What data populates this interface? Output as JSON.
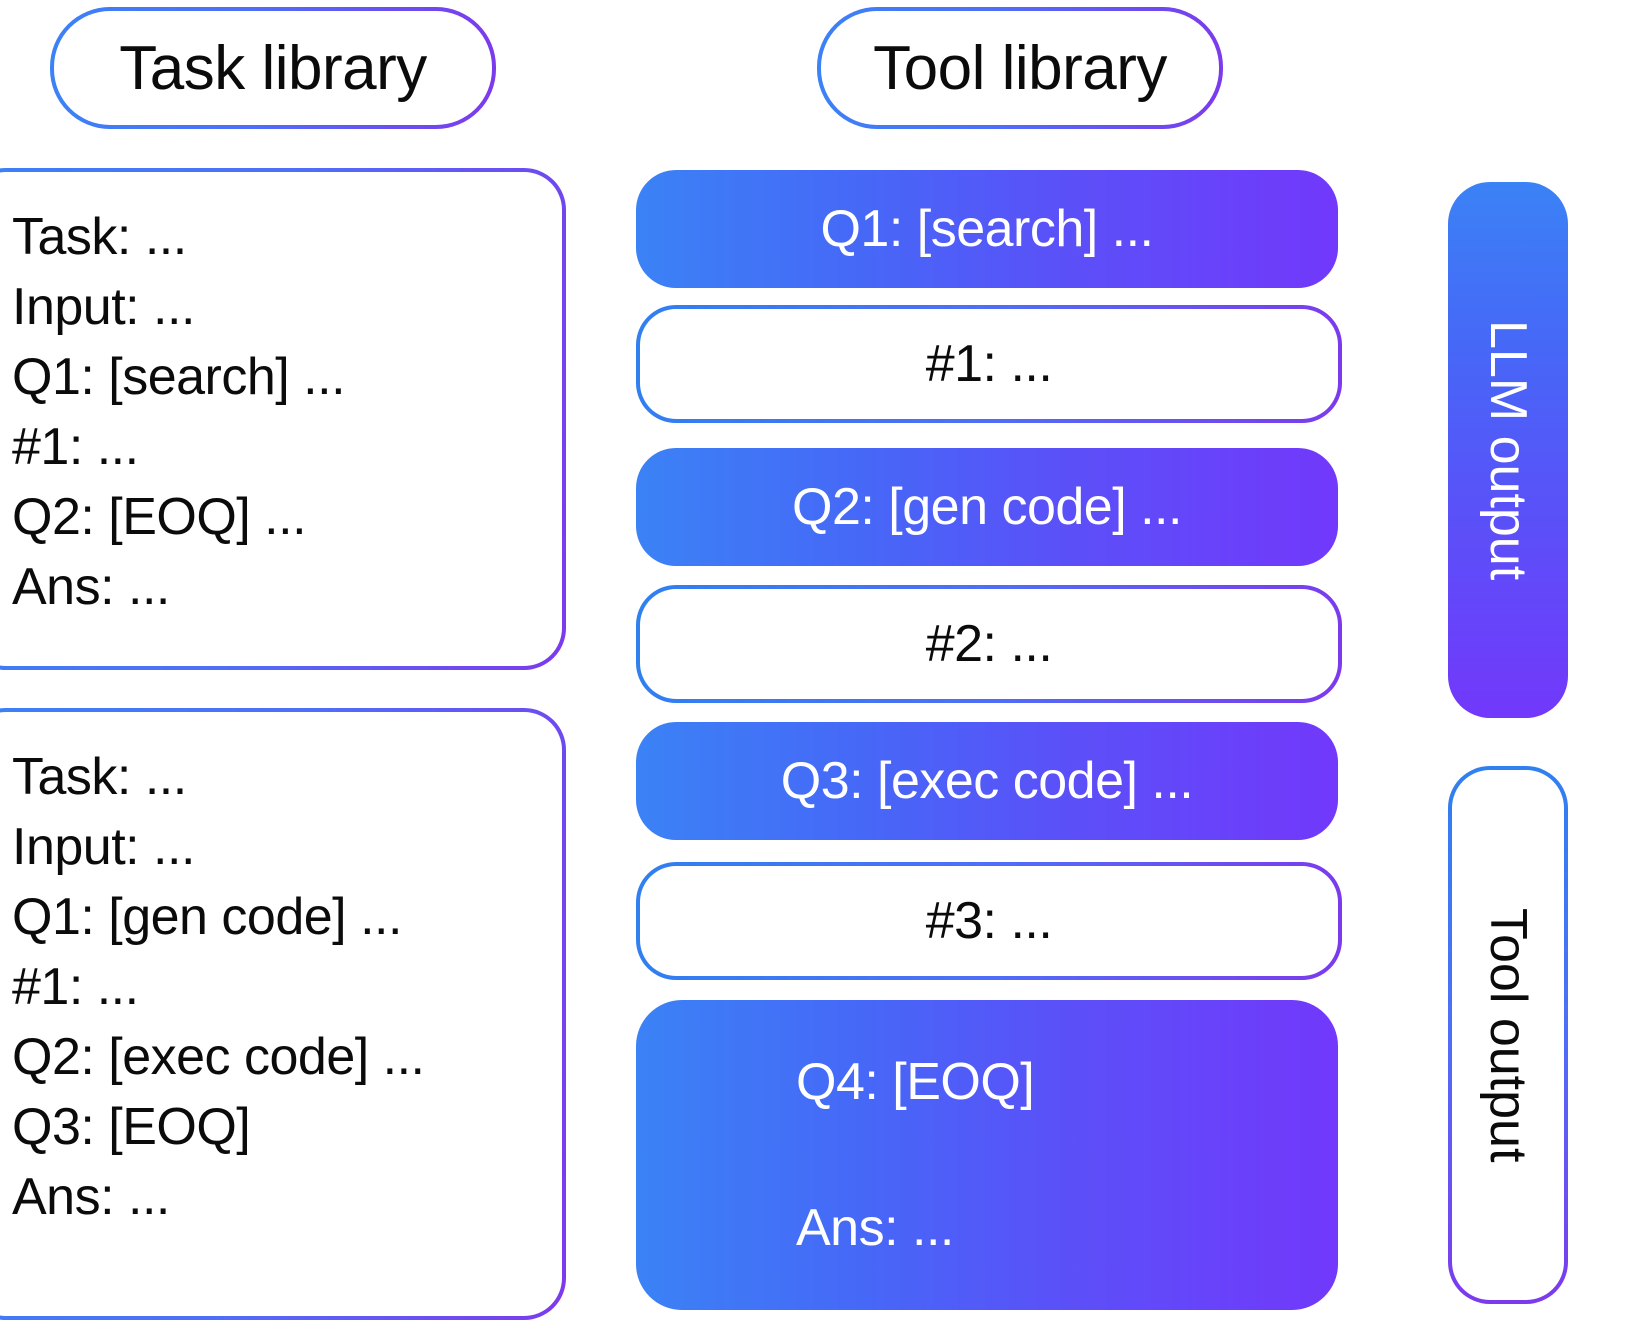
{
  "headers": {
    "task_library": "Task library",
    "tool_library": "Tool library"
  },
  "task_library": {
    "cards": [
      {
        "lines": [
          "Task: ...",
          "Input: ...",
          "Q1: [search] ...",
          "#1: ...",
          "Q2: [EOQ] ...",
          "Ans: ..."
        ]
      },
      {
        "lines": [
          "Task: ...",
          "Input: ...",
          "Q1: [gen code] ...",
          "#1: ...",
          "Q2: [exec code] ...",
          "Q3: [EOQ]",
          "Ans: ..."
        ]
      }
    ]
  },
  "tool_library": {
    "bars": [
      {
        "label": "Q1: [search] ...",
        "kind": "llm"
      },
      {
        "label": "#1: ...",
        "kind": "tool"
      },
      {
        "label": "Q2: [gen code] ...",
        "kind": "llm"
      },
      {
        "label": "#2: ...",
        "kind": "tool"
      },
      {
        "label": "Q3: [exec code] ...",
        "kind": "llm"
      },
      {
        "label": "#3: ...",
        "kind": "tool"
      },
      {
        "label": "Q4: [EOQ]",
        "label2": "Ans: ...",
        "kind": "llm"
      }
    ]
  },
  "legend": {
    "llm_output": "LLM output",
    "tool_output": "Tool output"
  },
  "colors": {
    "gradient_start": "#3b82f6",
    "gradient_end": "#7c3aed",
    "text_dark": "#0b0b0b",
    "text_light": "#ffffff",
    "background": "#ffffff"
  }
}
